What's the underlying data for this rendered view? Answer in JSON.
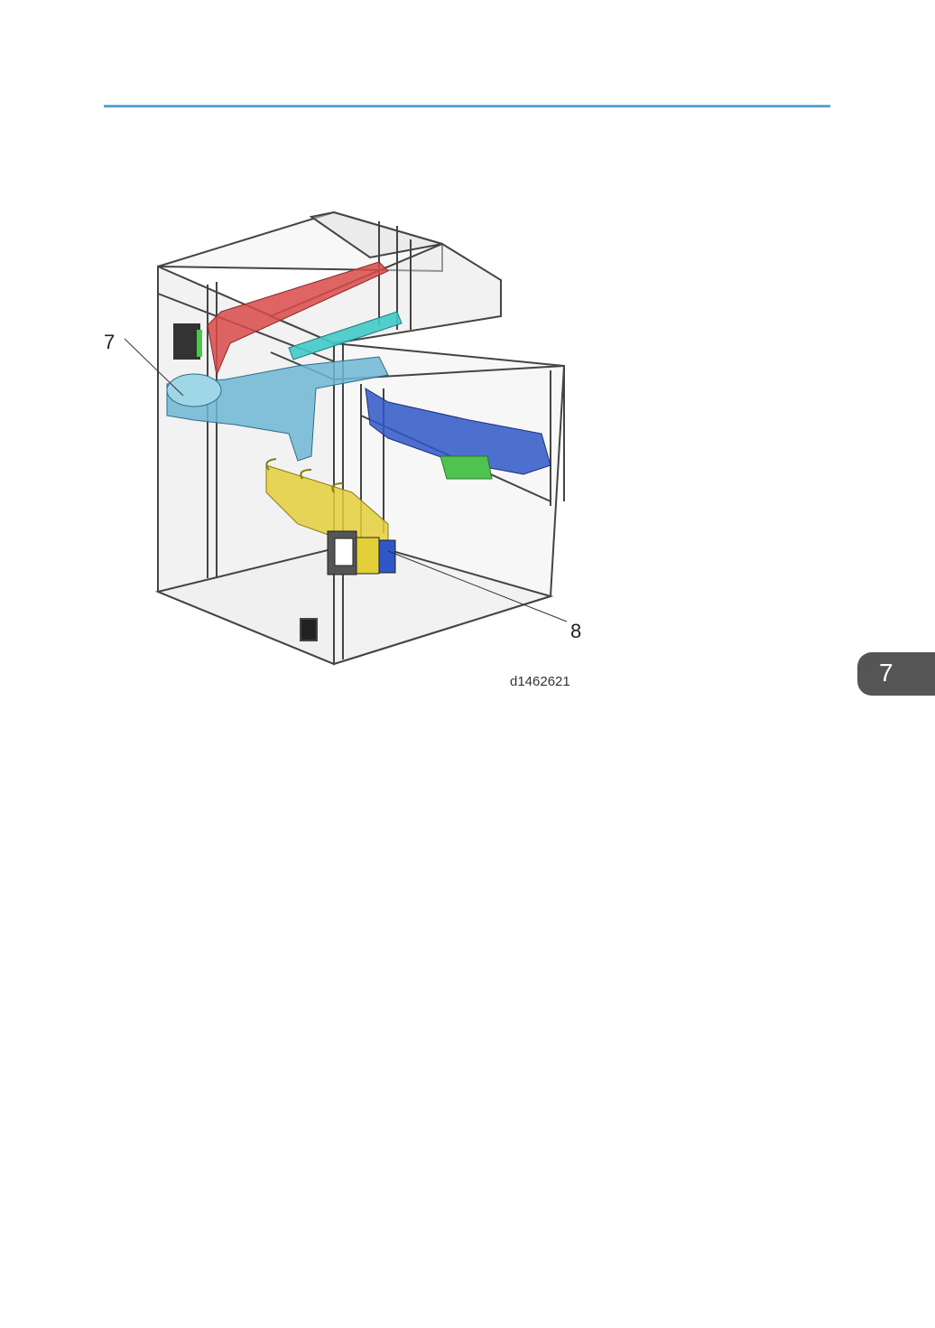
{
  "figure": {
    "callouts": [
      "7",
      "8"
    ],
    "figure_id": "d1462621"
  },
  "chapter_tab": "7",
  "colors": {
    "header_rule": "#5aa4d3",
    "duct_red": "#d94a4a",
    "duct_light_blue": "#6fb6d4",
    "duct_cyan": "#43c9c9",
    "duct_blue": "#2f57c7",
    "duct_yellow": "#e3cf3a",
    "duct_green": "#4fc24f",
    "tab": "#555555"
  }
}
